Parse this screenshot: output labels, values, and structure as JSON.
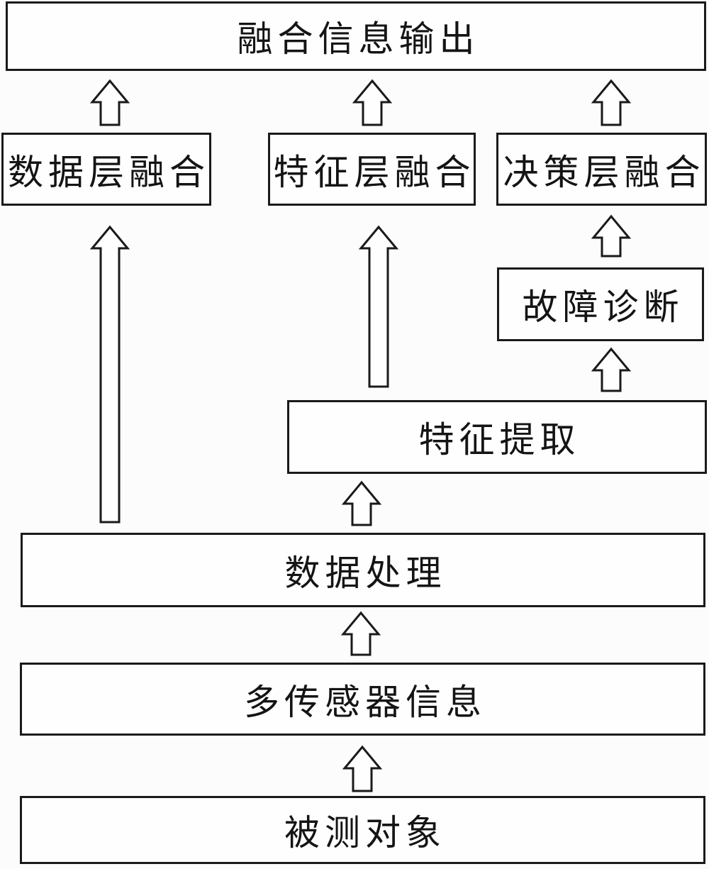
{
  "diagram": {
    "boxes": {
      "output": {
        "label": "融合信息输出"
      },
      "data_layer": {
        "label": "数据层融合"
      },
      "feature_layer": {
        "label": "特征层融合"
      },
      "decision_layer": {
        "label": "决策层融合"
      },
      "fault_diagnosis": {
        "label": "故障诊断"
      },
      "feature_extraction": {
        "label": "特征提取"
      },
      "data_processing": {
        "label": "数据处理"
      },
      "multi_sensor": {
        "label": "多传感器信息"
      },
      "measured_object": {
        "label": "被测对象"
      }
    },
    "arrows": [
      {
        "from": "measured_object",
        "to": "multi_sensor"
      },
      {
        "from": "multi_sensor",
        "to": "data_processing"
      },
      {
        "from": "data_processing",
        "to": "feature_extraction"
      },
      {
        "from": "data_processing",
        "to": "data_layer"
      },
      {
        "from": "feature_extraction",
        "to": "feature_layer"
      },
      {
        "from": "feature_extraction",
        "to": "fault_diagnosis"
      },
      {
        "from": "fault_diagnosis",
        "to": "decision_layer"
      },
      {
        "from": "data_layer",
        "to": "output"
      },
      {
        "from": "feature_layer",
        "to": "output"
      },
      {
        "from": "decision_layer",
        "to": "output"
      }
    ],
    "colors": {
      "line": "#1a1a1a",
      "background": "#fcfcfc",
      "box_fill": "#fefefe"
    }
  }
}
